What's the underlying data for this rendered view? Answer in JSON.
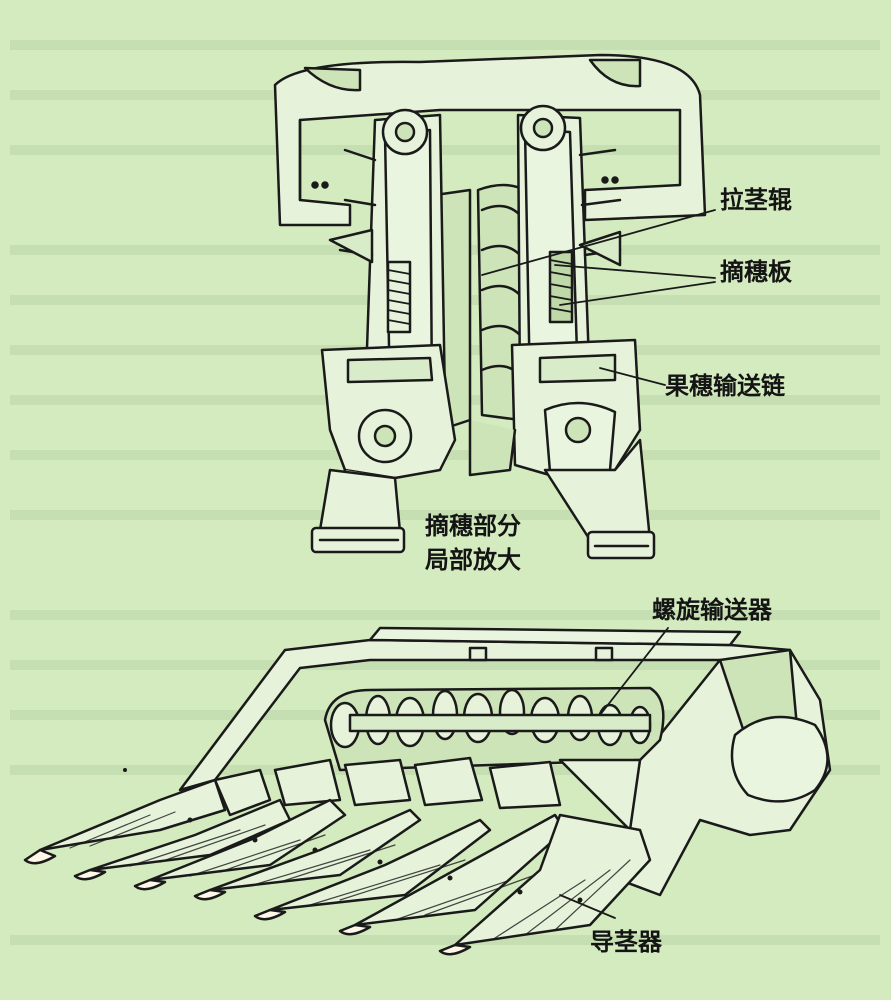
{
  "labels": {
    "stripping_roller": "拉茎辊",
    "snapping_plate": "摘穗板",
    "ear_conveyor_chain": "果穗输送链",
    "caption_line1": "摘穗部分",
    "caption_line2": "局部放大",
    "auger": "螺旋输送器",
    "stalk_divider": "导茎器"
  },
  "colors": {
    "paper": "#d3ebbf",
    "ink": "#1a1a1a",
    "fill_light": "#e6f3da",
    "fill_shade": "#b9d3a4",
    "bleed_text": "#b7d2a4"
  }
}
